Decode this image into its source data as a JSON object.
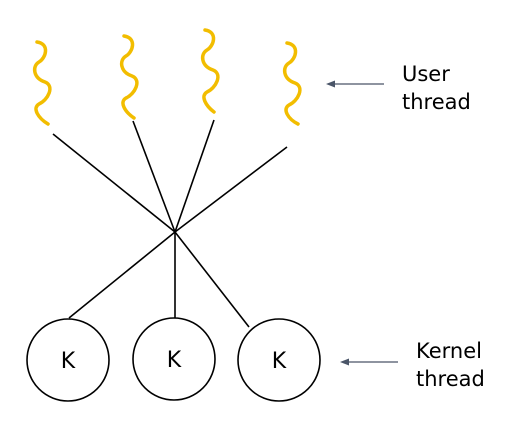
{
  "labels": {
    "user_line1": "User",
    "user_line2": "thread",
    "kernel_line1": "Kernel",
    "kernel_line2": "thread"
  },
  "kernel_threads": [
    {
      "label": "K"
    },
    {
      "label": "K"
    },
    {
      "label": "K"
    }
  ],
  "user_thread_count": 4,
  "colors": {
    "user_thread": "#f2bd00",
    "lines": "#000000",
    "arrow": "#4a5568"
  }
}
